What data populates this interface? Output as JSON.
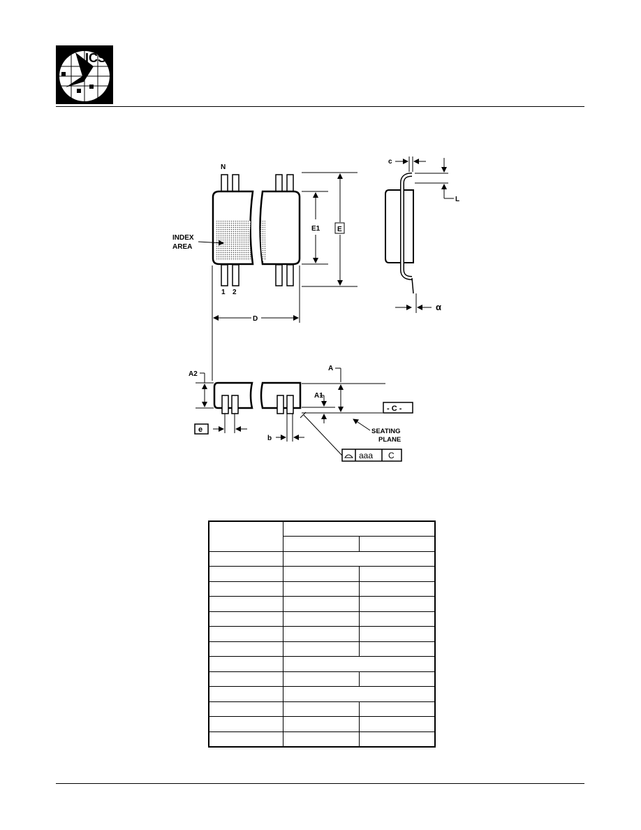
{
  "brand": {
    "logo_text": "ICS"
  },
  "drawing": {
    "labels": {
      "n": "N",
      "index_area_1": "INDEX",
      "index_area_2": "AREA",
      "pin1": "1",
      "pin2": "2",
      "d": "D",
      "e1": "E1",
      "e": "E",
      "c": "c",
      "l": "L",
      "alpha": "α",
      "a2": "A2",
      "a": "A",
      "a1": "A1",
      "datum_c": "- C -",
      "seating_1": "SEATING",
      "seating_2": "PLANE",
      "e_pitch": "e",
      "b": "b",
      "aaa": "aaa",
      "aaa_datum": "C"
    }
  },
  "table": {
    "rows": 14
  }
}
